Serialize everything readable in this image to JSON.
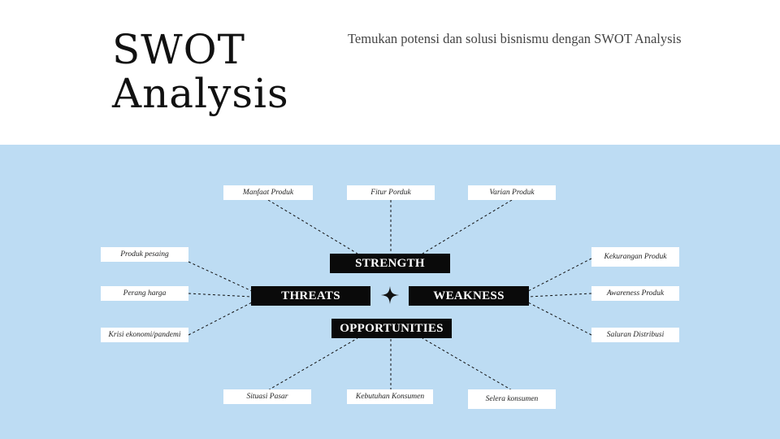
{
  "header": {
    "title_line1": "SWOT",
    "title_line2": "Analysis",
    "subtitle": "Temukan potensi dan solusi bisnismu dengan SWOT Analysis"
  },
  "core": {
    "strength": "STRENGTH",
    "threats": "THREATS",
    "weakness": "WEAKNESS",
    "opportunities": "OPPORTUNITIES",
    "center_icon": "four-point-star-icon"
  },
  "strength_items": [
    "Manfaat Produk",
    "Fitur Porduk",
    "Varian Produk"
  ],
  "threats_items": [
    "Produk pesaing",
    "Perang harga",
    "Krisi ekonomi/pandemi"
  ],
  "weakness_items": [
    "Kekurangan Produk",
    "Awareness Produk",
    "Saluran Distribusi"
  ],
  "opportunities_items": [
    "Situasi Pasar",
    "Kebutuhan Konsumen",
    "Selera konsumen"
  ],
  "colors": {
    "panel": "#bddcf3",
    "core_box": "#0a0a0a",
    "text": "#111111"
  }
}
